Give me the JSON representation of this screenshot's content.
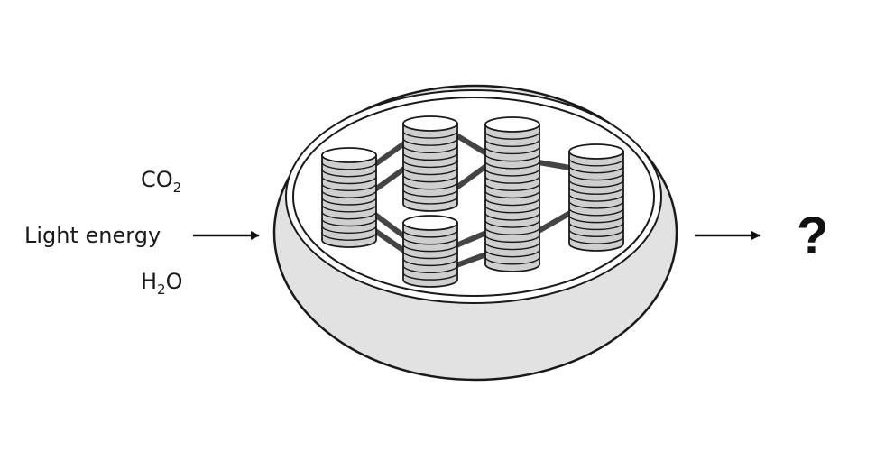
{
  "inputs": {
    "co2": {
      "main": "CO",
      "sub": "2"
    },
    "light": "Light energy",
    "h2o": {
      "main": "H",
      "sub": "2",
      "tail": "O"
    }
  },
  "output": {
    "symbol": "?"
  },
  "colors": {
    "outline": "#1a1a1a",
    "stroma_fill": "#e2e2e2",
    "disc_fill": "#ffffff",
    "disc_side": "#cfcfcf",
    "lamella": "#444444"
  }
}
